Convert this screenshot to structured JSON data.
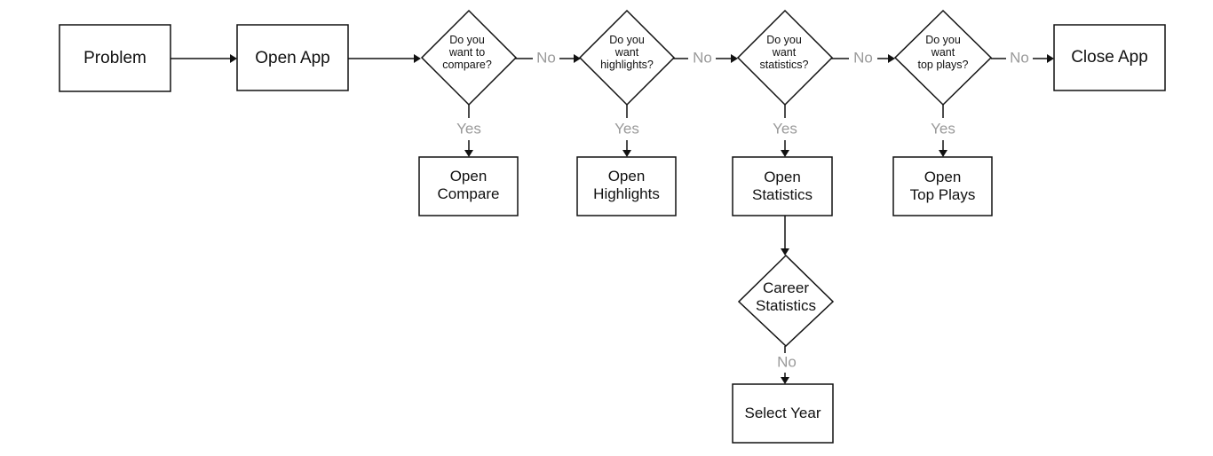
{
  "nodes": {
    "problem": {
      "lines": [
        "Problem"
      ]
    },
    "open_app": {
      "lines": [
        "Open App"
      ]
    },
    "q_compare": {
      "lines": [
        "Do you",
        "want to",
        "compare?"
      ]
    },
    "q_highlights": {
      "lines": [
        "Do you",
        "want",
        "highlights?"
      ]
    },
    "q_statistics": {
      "lines": [
        "Do you",
        "want",
        "statistics?"
      ]
    },
    "q_top_plays": {
      "lines": [
        "Do you",
        "want",
        "top plays?"
      ]
    },
    "close_app": {
      "lines": [
        "Close App"
      ]
    },
    "open_compare": {
      "lines": [
        "Open",
        "Compare"
      ]
    },
    "open_highlights": {
      "lines": [
        "Open",
        "Highlights"
      ]
    },
    "open_statistics": {
      "lines": [
        "Open",
        "Statistics"
      ]
    },
    "open_top_plays": {
      "lines": [
        "Open",
        "Top Plays"
      ]
    },
    "q_career": {
      "lines": [
        "Career",
        "Statistics"
      ]
    },
    "select_year": {
      "lines": [
        "Select Year"
      ]
    }
  },
  "edges": {
    "no1": "No",
    "no2": "No",
    "no3": "No",
    "no4": "No",
    "yes1": "Yes",
    "yes2": "Yes",
    "yes3": "Yes",
    "yes4": "Yes",
    "no5": "No"
  }
}
